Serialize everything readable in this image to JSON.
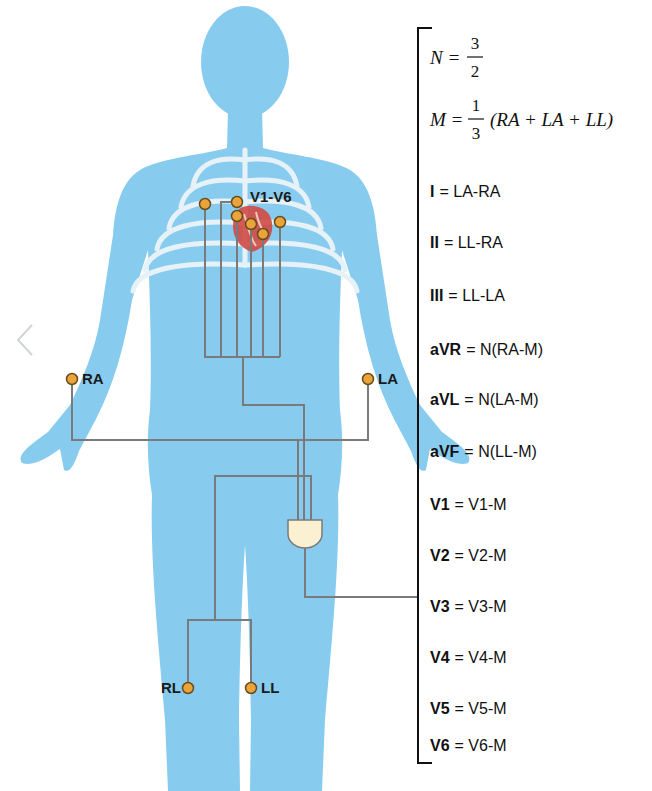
{
  "diagram": {
    "labels": [
      "N =",
      "3",
      "2",
      "M =",
      "1",
      "3",
      "(RA + LA + LL)",
      "V1-V6",
      "RA",
      "LA",
      "RL",
      "LL",
      "I",
      "= LA-RA",
      "II",
      "= LL-RA",
      "III",
      "= LL-LA",
      "aVR",
      "= N(RA-M)",
      "aVL",
      "= N(LA-M)",
      "aVF",
      "= N(LL-M)",
      "V1",
      "= V1-M",
      "V2",
      "= V2-M",
      "V3",
      "= V3-M",
      "V4",
      "= V4-M",
      "V5",
      "= V5-M",
      "V6",
      "= V6-M"
    ]
  }
}
